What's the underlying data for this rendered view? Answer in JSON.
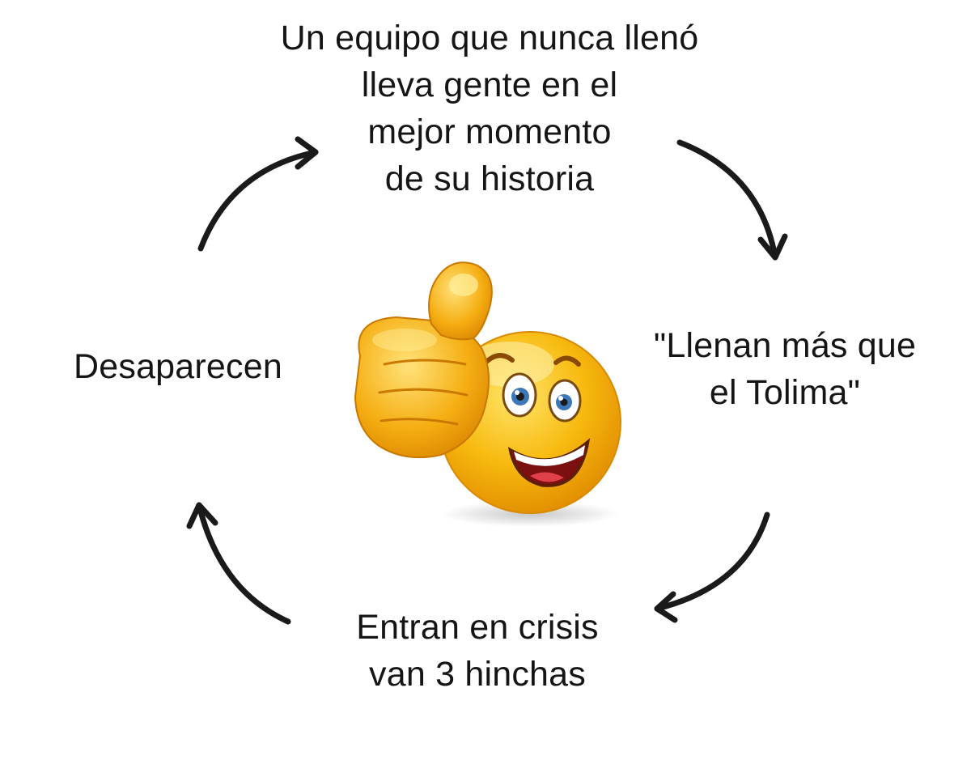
{
  "diagram": {
    "cycle_steps": [
      {
        "id": "top",
        "lines": [
          "Un equipo que nunca llenó",
          "lleva gente en el",
          "mejor momento",
          "de su historia"
        ]
      },
      {
        "id": "right",
        "lines": [
          "\"Llenan más que",
          "el Tolima\""
        ]
      },
      {
        "id": "bottom",
        "lines": [
          "Entran en crisis",
          "van 3 hinchas"
        ]
      },
      {
        "id": "left",
        "lines": [
          "Desaparecen"
        ]
      }
    ],
    "center_icon": "thumbs-up-smiley-emoji-icon",
    "arrow_icon": "curved-arrow-icon",
    "colors": {
      "background": "#ffffff",
      "text": "#151515",
      "arrow": "#1a1a1a",
      "emoji_face": "#f7b90e",
      "emoji_highlight": "#ffe56a",
      "emoji_shadow": "#e08a00"
    }
  }
}
